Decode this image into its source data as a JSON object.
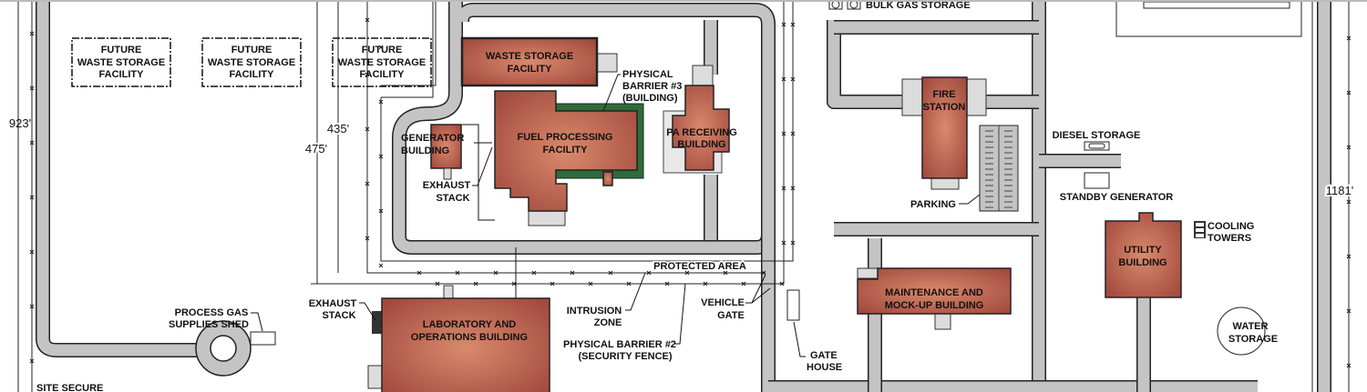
{
  "colors": {
    "building": "#b5574a",
    "building_highlight": "#d98a6c",
    "barrier": "#2e6b3a",
    "road": "#c4c4c4",
    "pad": "#dcdcdc"
  },
  "dimensions": {
    "left_site": "923'",
    "outer_fence": "475'",
    "inner_fence": "435'",
    "right_site": "1181'"
  },
  "future_facilities": [
    {
      "line1": "FUTURE",
      "line2": "WASTE STORAGE",
      "line3": "FACILITY"
    },
    {
      "line1": "FUTURE",
      "line2": "WASTE STORAGE",
      "line3": "FACILITY"
    },
    {
      "line1": "FUTURE",
      "line2": "WASTE STORAGE",
      "line3": "FACILITY"
    }
  ],
  "buildings": {
    "waste_storage": {
      "line1": "WASTE STORAGE",
      "line2": "FACILITY"
    },
    "fuel_processing": {
      "line1": "FUEL PROCESSING",
      "line2": "FACILITY"
    },
    "generator": {
      "line1": "GENERATOR",
      "line2": "BUILDING"
    },
    "pa_receiving": {
      "line1": "PA RECEIVING",
      "line2": "BUILDING"
    },
    "laboratory": {
      "line1": "LABORATORY AND",
      "line2": "OPERATIONS BUILDING"
    },
    "fire_station": {
      "line1": "FIRE",
      "line2": "STATION"
    },
    "maintenance": {
      "line1": "MAINTENANCE AND",
      "line2": "MOCK-UP BUILDING"
    },
    "utility": {
      "line1": "UTILITY",
      "line2": "BUILDING"
    }
  },
  "callouts": {
    "physical_barrier_3": {
      "line1": "PHYSICAL",
      "line2": "BARRIER #3",
      "line3": "(BUILDING)"
    },
    "exhaust_stack_upper": {
      "line1": "EXHAUST",
      "line2": "STACK"
    },
    "exhaust_stack_lower": {
      "line1": "EXHAUST",
      "line2": "STACK"
    },
    "protected_area": "PROTECTED AREA",
    "intrusion_zone": {
      "line1": "INTRUSION",
      "line2": "ZONE"
    },
    "physical_barrier_2": {
      "line1": "PHYSICAL BARRIER #2",
      "line2": "(SECURITY FENCE)"
    },
    "vehicle_gate": {
      "line1": "VEHICLE",
      "line2": "GATE"
    },
    "gate_house": {
      "line1": "GATE",
      "line2": "HOUSE"
    },
    "process_gas": {
      "line1": "PROCESS GAS",
      "line2": "SUPPLIES SHED"
    },
    "bulk_gas": "BULK GAS STORAGE",
    "parking": "PARKING",
    "diesel_storage": "DIESEL STORAGE",
    "standby_generator": "STANDBY GENERATOR",
    "cooling_towers": {
      "line1": "COOLING",
      "line2": "TOWERS"
    },
    "water_storage": {
      "line1": "WATER",
      "line2": "STORAGE"
    },
    "site_secure": "SITE SECURE"
  }
}
